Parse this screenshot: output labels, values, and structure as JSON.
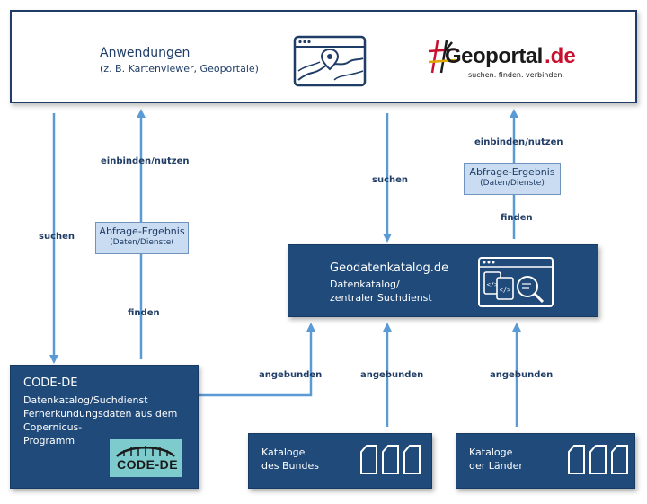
{
  "anwendungen": {
    "title": "Anwendungen",
    "subtitle": "(z. B. Kartenviewer, Geoportale)"
  },
  "geoportal": {
    "logo_text_main": "Geoportal",
    "logo_text_tld": ".de",
    "tagline": "suchen. finden. verbinden."
  },
  "flow_labels": {
    "left_suchen": "suchen",
    "left_einbinden": "einbinden/nutzen",
    "left_finden": "finden",
    "mid_suchen": "suchen",
    "right_einbinden": "einbinden/nutzen",
    "right_finden": "finden",
    "angebunden_code": "angebunden",
    "angebunden_bund": "angebunden",
    "angebunden_laender": "angebunden"
  },
  "result_left": {
    "title": "Abfrage-Ergebnis",
    "sub": "(Daten/Dienste("
  },
  "result_right": {
    "title": "Abfrage-Ergebnis",
    "sub": "(Daten/Dienste)"
  },
  "geodatenkatalog": {
    "title": "Geodatenkatalog.de",
    "line1": "Datenkatalog/",
    "line2": "zentraler Suchdienst"
  },
  "code_de": {
    "title": "CODE-DE",
    "line1": "Datenkatalog/Suchdienst",
    "line2": "Fernerkundungsdaten aus dem",
    "line3": "Copernicus-",
    "line4": "Programm",
    "logo_text": "CODE-DE"
  },
  "kataloge_bund": {
    "line1": "Kataloge",
    "line2": "des Bundes"
  },
  "kataloge_laender": {
    "line1": "Kataloge",
    "line2": "der Länder"
  },
  "colors": {
    "navy": "#1f4a7a",
    "light_blue": "#c9dcf1",
    "arrow": "#5b9bd5",
    "geoportal_red": "#c8102e"
  }
}
